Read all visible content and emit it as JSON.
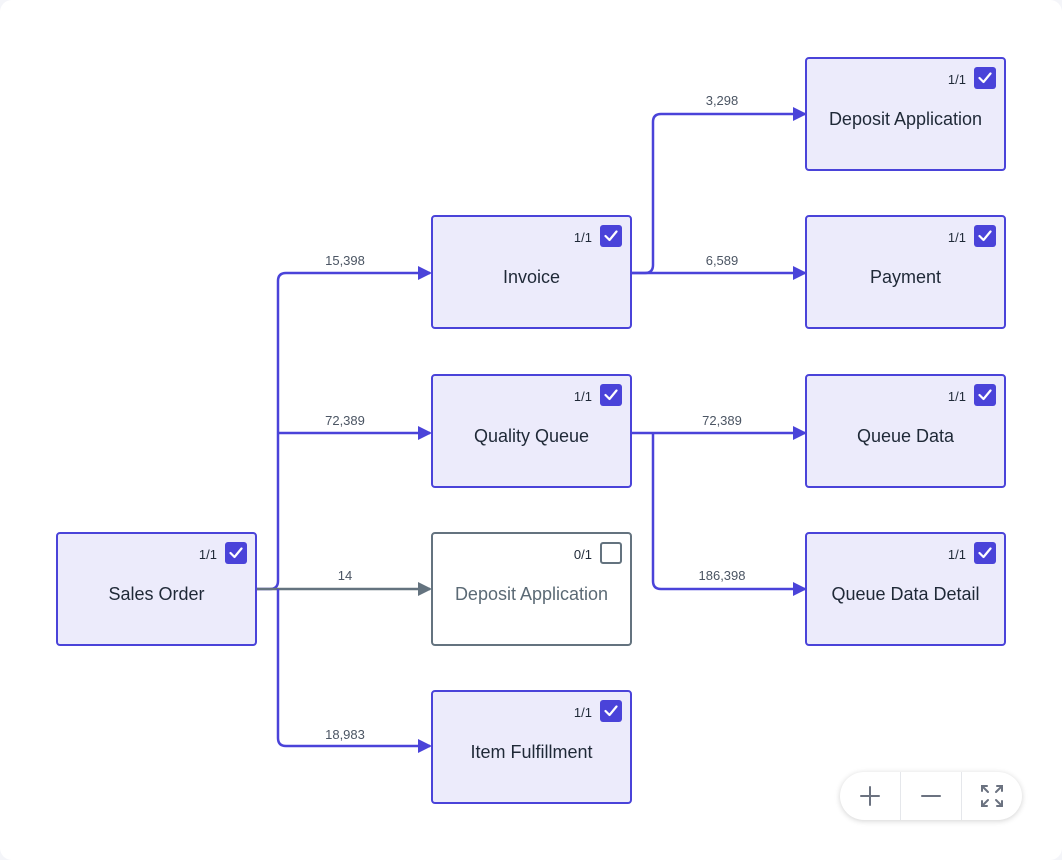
{
  "colors": {
    "accent": "#4a43d9",
    "node_fill": "#ecebfb",
    "inactive": "#64737f",
    "label": "#4b5563"
  },
  "nodes": [
    {
      "id": "sales-order",
      "title": "Sales Order",
      "count": "1/1",
      "checked": true
    },
    {
      "id": "invoice",
      "title": "Invoice",
      "count": "1/1",
      "checked": true
    },
    {
      "id": "quality-queue",
      "title": "Quality Queue",
      "count": "1/1",
      "checked": true
    },
    {
      "id": "deposit-application-1",
      "title": "Deposit Application",
      "count": "0/1",
      "checked": false
    },
    {
      "id": "item-fulfillment",
      "title": "Item Fulfillment",
      "count": "1/1",
      "checked": true
    },
    {
      "id": "deposit-application-2",
      "title": "Deposit Application",
      "count": "1/1",
      "checked": true
    },
    {
      "id": "payment",
      "title": "Payment",
      "count": "1/1",
      "checked": true
    },
    {
      "id": "queue-data",
      "title": "Queue Data",
      "count": "1/1",
      "checked": true
    },
    {
      "id": "queue-data-detail",
      "title": "Queue Data Detail",
      "count": "1/1",
      "checked": true
    }
  ],
  "edges": [
    {
      "from": "sales-order",
      "to": "invoice",
      "label": "15,398",
      "active": true
    },
    {
      "from": "sales-order",
      "to": "quality-queue",
      "label": "72,389",
      "active": true
    },
    {
      "from": "sales-order",
      "to": "deposit-application-1",
      "label": "14",
      "active": false
    },
    {
      "from": "sales-order",
      "to": "item-fulfillment",
      "label": "18,983",
      "active": true
    },
    {
      "from": "invoice",
      "to": "deposit-application-2",
      "label": "3,298",
      "active": true
    },
    {
      "from": "invoice",
      "to": "payment",
      "label": "6,589",
      "active": true
    },
    {
      "from": "quality-queue",
      "to": "queue-data",
      "label": "72,389",
      "active": true
    },
    {
      "from": "quality-queue",
      "to": "queue-data-detail",
      "label": "186,398",
      "active": true
    }
  ],
  "zoom_controls": [
    {
      "name": "zoom-in-button",
      "icon": "plus-icon"
    },
    {
      "name": "zoom-out-button",
      "icon": "minus-icon"
    },
    {
      "name": "fit-view-button",
      "icon": "expand-icon"
    }
  ]
}
